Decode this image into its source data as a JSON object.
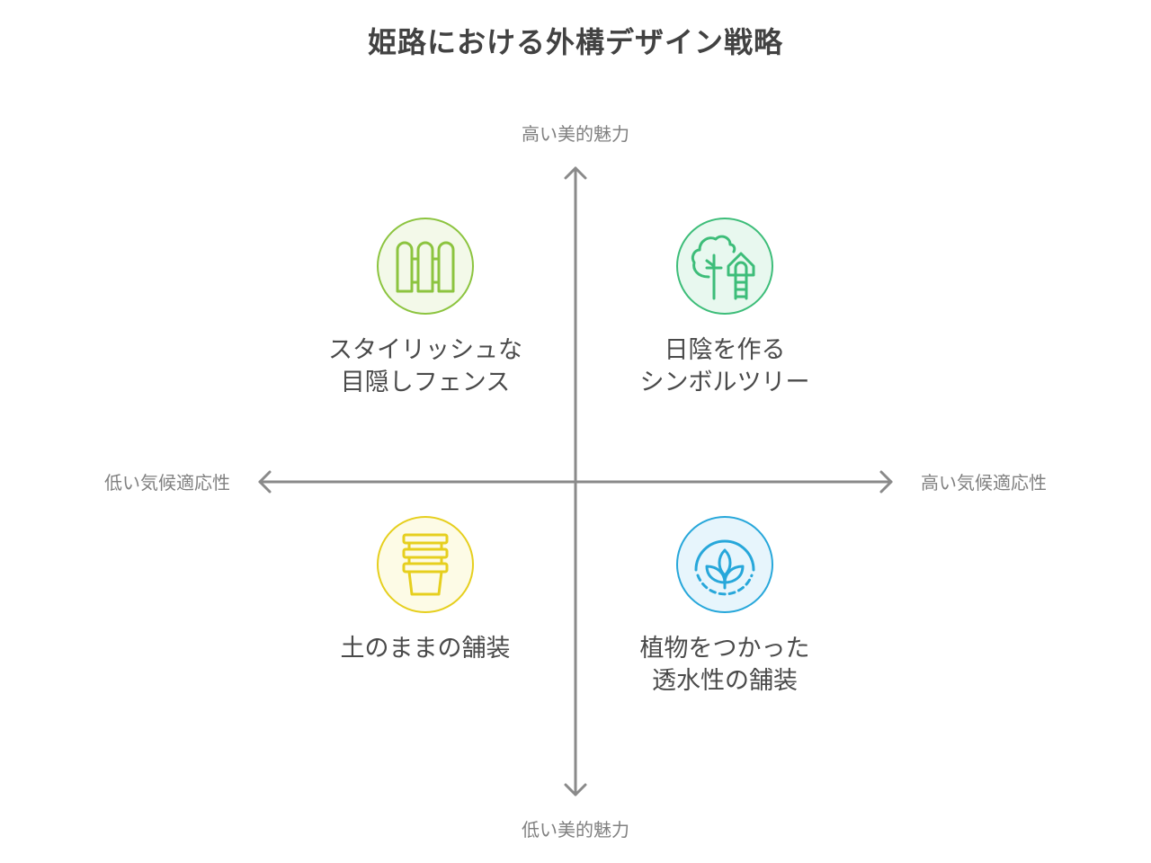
{
  "title": "姫路における外構デザイン戦略",
  "axes": {
    "y_top": "高い美的魅力",
    "y_bottom": "低い美的魅力",
    "x_left": "低い気候適応性",
    "x_right": "高い気候適応性",
    "color": "#8a8a8a"
  },
  "quadrants": [
    {
      "position": "top-left",
      "label": "スタイリッシュな\n目隠しフェンス",
      "icon": "fence-icon",
      "stroke_color": "#8cc43f",
      "fill_color": "#f3f9e9"
    },
    {
      "position": "top-right",
      "label": "日陰を作る\nシンボルツリー",
      "icon": "tree-treehouse-icon",
      "stroke_color": "#3dbd79",
      "fill_color": "#e8f8ef"
    },
    {
      "position": "bottom-left",
      "label": "土のままの舗装",
      "icon": "stacked-pots-icon",
      "stroke_color": "#e6cf1e",
      "fill_color": "#fdfbe6"
    },
    {
      "position": "bottom-right",
      "label": "植物をつかった\n透水性の舗装",
      "icon": "sprout-icon",
      "stroke_color": "#27a7da",
      "fill_color": "#e7f5fc"
    }
  ]
}
